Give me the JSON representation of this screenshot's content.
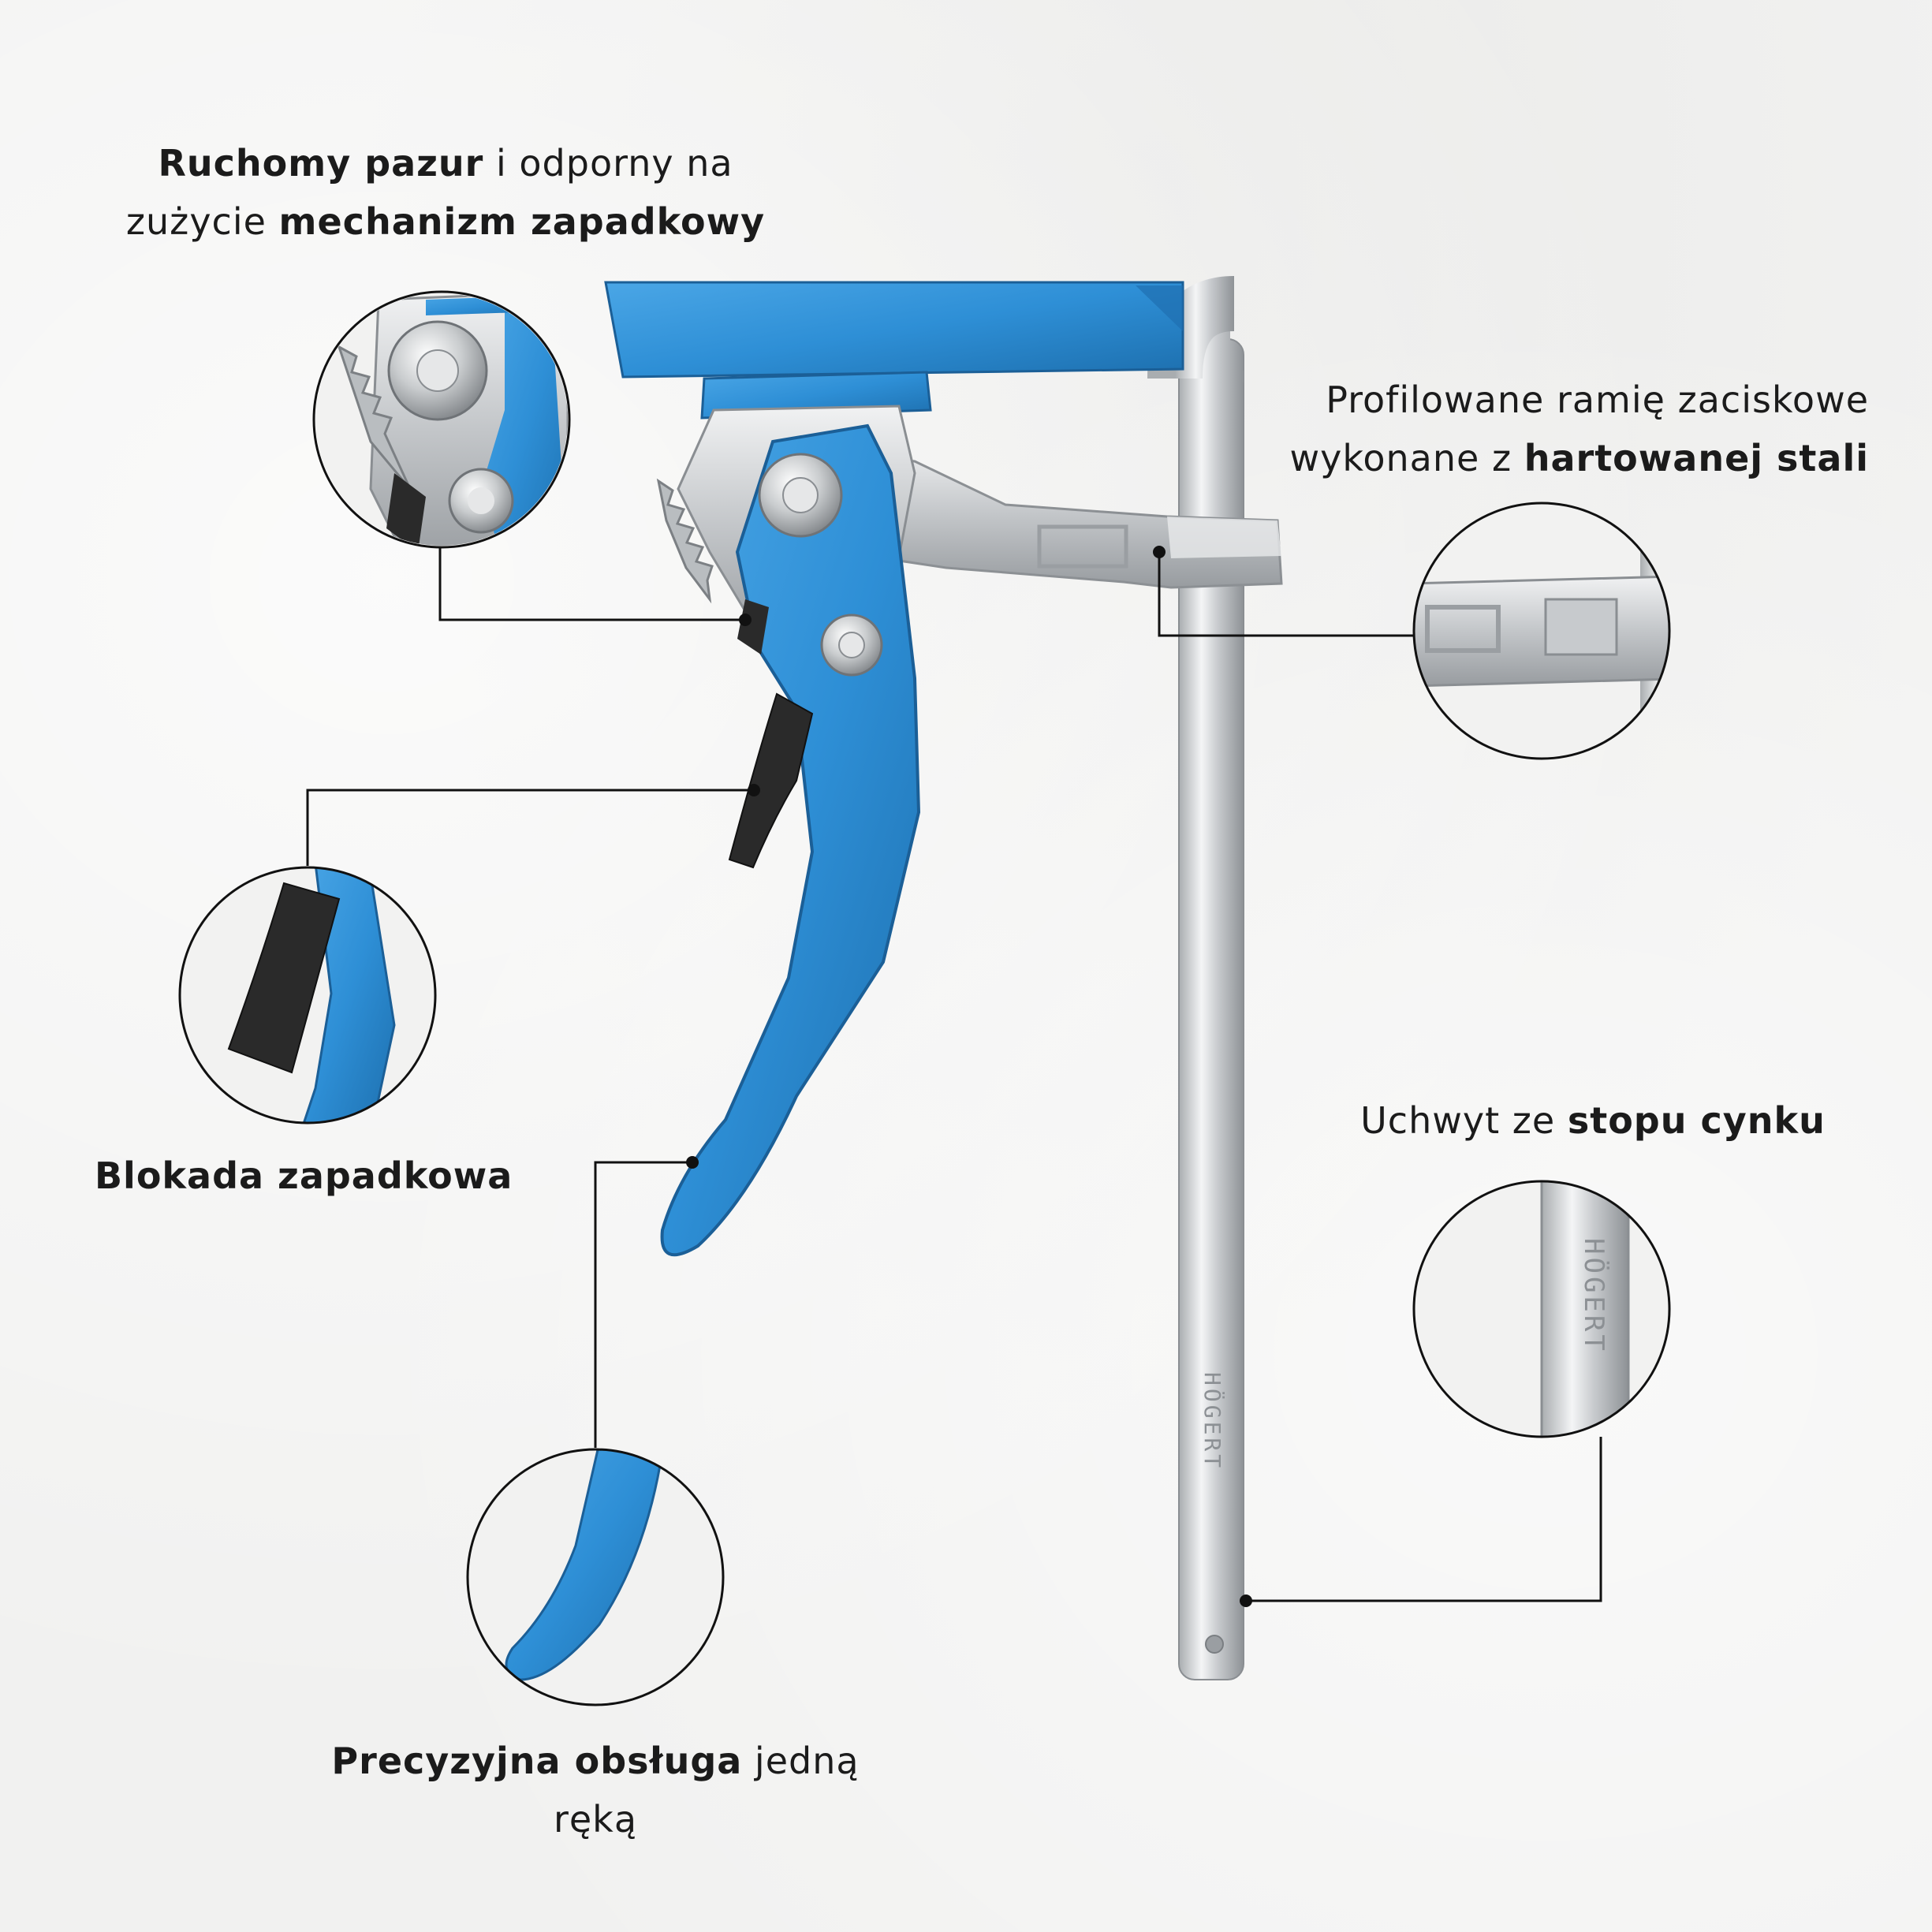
{
  "captions": {
    "ratchet": {
      "line1_bold": "Ruchomy pazur",
      "line1_rest": " i odporny na",
      "line2_lead": "zużycie ",
      "line2_bold": "mechanizm zapadkowy"
    },
    "arm": {
      "line1": "Profilowane ramię zaciskowe",
      "line2_lead": "wykonane z ",
      "line2_bold": "hartowanej stali"
    },
    "lock": {
      "bold": "Blokada zapadkowa"
    },
    "grip": {
      "lead": "Uchwyt ze ",
      "bold": "stopu cynku"
    },
    "handle": {
      "line1_bold": "Precyzyjna obsługa",
      "line1_rest": " jedną",
      "line2": "ręką"
    }
  },
  "brand_engraving": "HÖGERT",
  "colors": {
    "blue": "#2e8fd6",
    "blue_dark": "#1f6fb0",
    "steel": "#cfd2d4",
    "rubber": "#2a2a2a",
    "line": "#111111"
  }
}
